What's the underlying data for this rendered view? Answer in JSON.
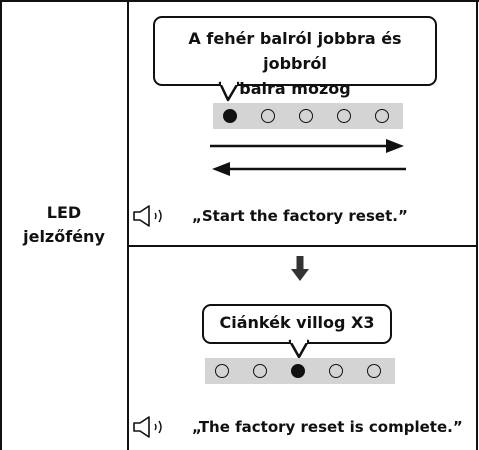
{
  "row_label": {
    "line1": "LED",
    "line2": "jelzőfény"
  },
  "step1": {
    "bubble_line1": "A fehér balról jobbra és jobbról",
    "bubble_line2": "balra mozog",
    "leds": [
      true,
      false,
      false,
      false,
      false
    ],
    "voice": "„Start the factory reset.”"
  },
  "step2": {
    "bubble": "Ciánkék villog X3",
    "leds": [
      false,
      false,
      true,
      false,
      false
    ],
    "voice": "„The factory reset is complete.”"
  },
  "colors": {
    "led_bar": "#d4d4d4",
    "border": "#111111",
    "arrow": "#333333"
  },
  "icons": [
    "speaker-icon",
    "arrow-right-icon",
    "arrow-left-icon",
    "arrow-down-icon"
  ]
}
